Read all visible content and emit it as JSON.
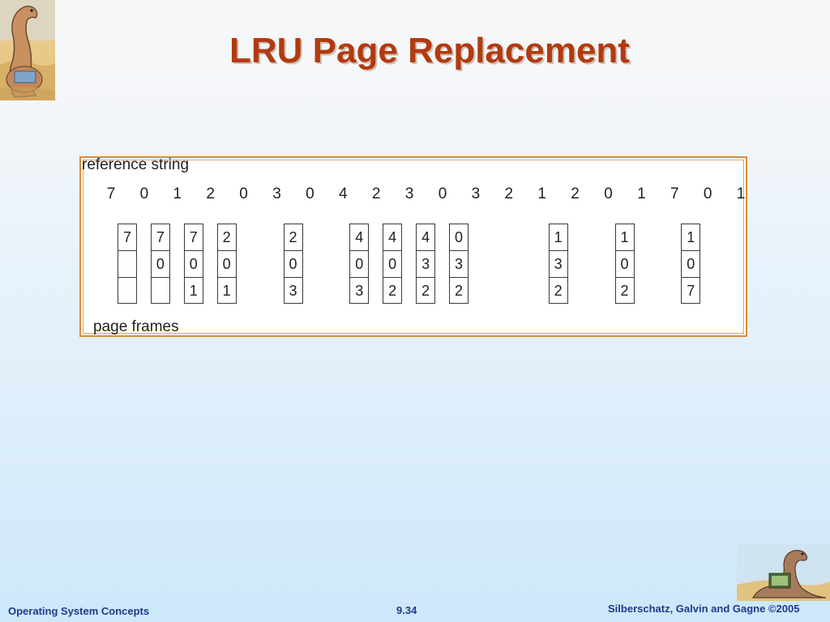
{
  "slide": {
    "title": "LRU Page Replacement"
  },
  "figure": {
    "reference_label": "reference string",
    "frames_label": "page frames",
    "reference_string": [
      "7",
      "0",
      "1",
      "2",
      "0",
      "3",
      "0",
      "4",
      "2",
      "3",
      "0",
      "3",
      "2",
      "1",
      "2",
      "0",
      "1",
      "7",
      "0",
      "1"
    ],
    "frame_states": [
      {
        "ref_index": 0,
        "cells": [
          "7",
          "",
          ""
        ]
      },
      {
        "ref_index": 1,
        "cells": [
          "7",
          "0",
          ""
        ]
      },
      {
        "ref_index": 2,
        "cells": [
          "7",
          "0",
          "1"
        ]
      },
      {
        "ref_index": 3,
        "cells": [
          "2",
          "0",
          "1"
        ]
      },
      {
        "ref_index": 5,
        "cells": [
          "2",
          "0",
          "3"
        ]
      },
      {
        "ref_index": 7,
        "cells": [
          "4",
          "0",
          "3"
        ]
      },
      {
        "ref_index": 8,
        "cells": [
          "4",
          "0",
          "2"
        ]
      },
      {
        "ref_index": 9,
        "cells": [
          "4",
          "3",
          "2"
        ]
      },
      {
        "ref_index": 10,
        "cells": [
          "0",
          "3",
          "2"
        ]
      },
      {
        "ref_index": 13,
        "cells": [
          "1",
          "3",
          "2"
        ]
      },
      {
        "ref_index": 15,
        "cells": [
          "1",
          "0",
          "2"
        ]
      },
      {
        "ref_index": 17,
        "cells": [
          "1",
          "0",
          "7"
        ]
      }
    ]
  },
  "footer": {
    "left": "Operating System Concepts",
    "center": "9.34",
    "right": "Silberschatz, Galvin and Gagne ©2005"
  },
  "icons": {
    "top_left": "dinosaur-logo-icon",
    "bottom_right": "dinosaur-laptop-icon"
  },
  "colors": {
    "title": "#b23a10",
    "frame_border": "#d98a40",
    "footer_text": "#1f3a8a"
  }
}
